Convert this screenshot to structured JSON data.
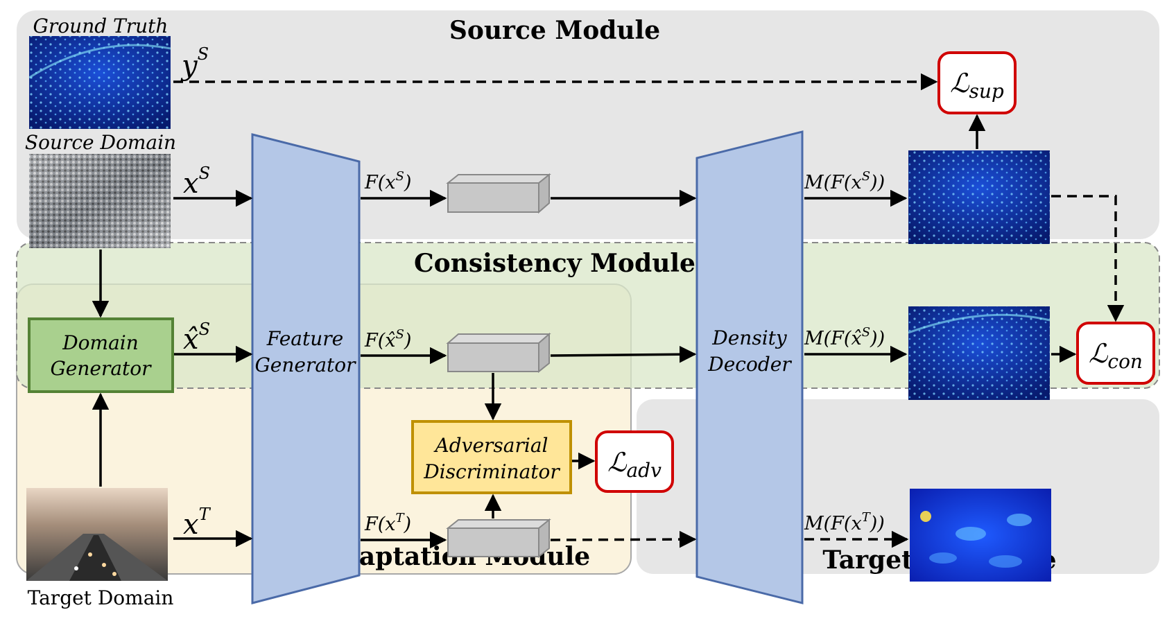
{
  "modules": {
    "source": "Source Module",
    "consistency": "Consistency Module",
    "adaptation": "Adaptation Module",
    "target_inference": "Target Inference"
  },
  "images": {
    "ground_truth": "Ground Truth",
    "source_domain": "Source Domain",
    "target_domain": "Target Domain"
  },
  "blocks": {
    "domain_generator": [
      "Domain",
      "Generator"
    ],
    "feature_generator": [
      "Feature",
      "Generator"
    ],
    "density_decoder": [
      "Density",
      "Decoder"
    ],
    "adversarial_discriminator": [
      "Adversarial",
      "Discriminator"
    ]
  },
  "losses": {
    "sup": {
      "symbol": "ℒ",
      "sub": "sup"
    },
    "con": {
      "symbol": "ℒ",
      "sub": "con"
    },
    "adv": {
      "symbol": "ℒ",
      "sub": "adv"
    }
  },
  "labels": {
    "ys": {
      "base": "y",
      "sup": "S"
    },
    "xs": {
      "base": "x",
      "sup": "S"
    },
    "xhat_s": {
      "base": "x̂",
      "sup": "S"
    },
    "xt": {
      "base": "x",
      "sup": "T"
    },
    "f_xs": {
      "pre": "F(x",
      "sup": "S",
      "post": ")"
    },
    "f_xhat_s": {
      "pre": "F(x̂",
      "sup": "S",
      "post": ")"
    },
    "f_xt": {
      "pre": "F(x",
      "sup": "T",
      "post": ")"
    },
    "m_f_xs": {
      "pre": "M(F(x",
      "sup": "S",
      "post": "))"
    },
    "m_f_xhat_s": {
      "pre": "M(F(x̂",
      "sup": "S",
      "post": "))"
    },
    "m_f_xt": {
      "pre": "M(F(x",
      "sup": "T",
      "post": "))"
    }
  },
  "colors": {
    "source_bg": "#e6e6e6",
    "consistency_bg": "#e2ecd4",
    "adaptation_bg": "#fbf3de",
    "target_bg": "#e6e6e6",
    "trapezoid_fill": "#b4c7e7",
    "trapezoid_stroke": "#4a6aa8",
    "domain_gen_fill": "#a9d08e",
    "domain_gen_stroke": "#548235",
    "disc_fill": "#ffe699",
    "disc_stroke": "#bf9000",
    "loss_stroke": "#d00000",
    "density_map": "#0a2a8a"
  }
}
